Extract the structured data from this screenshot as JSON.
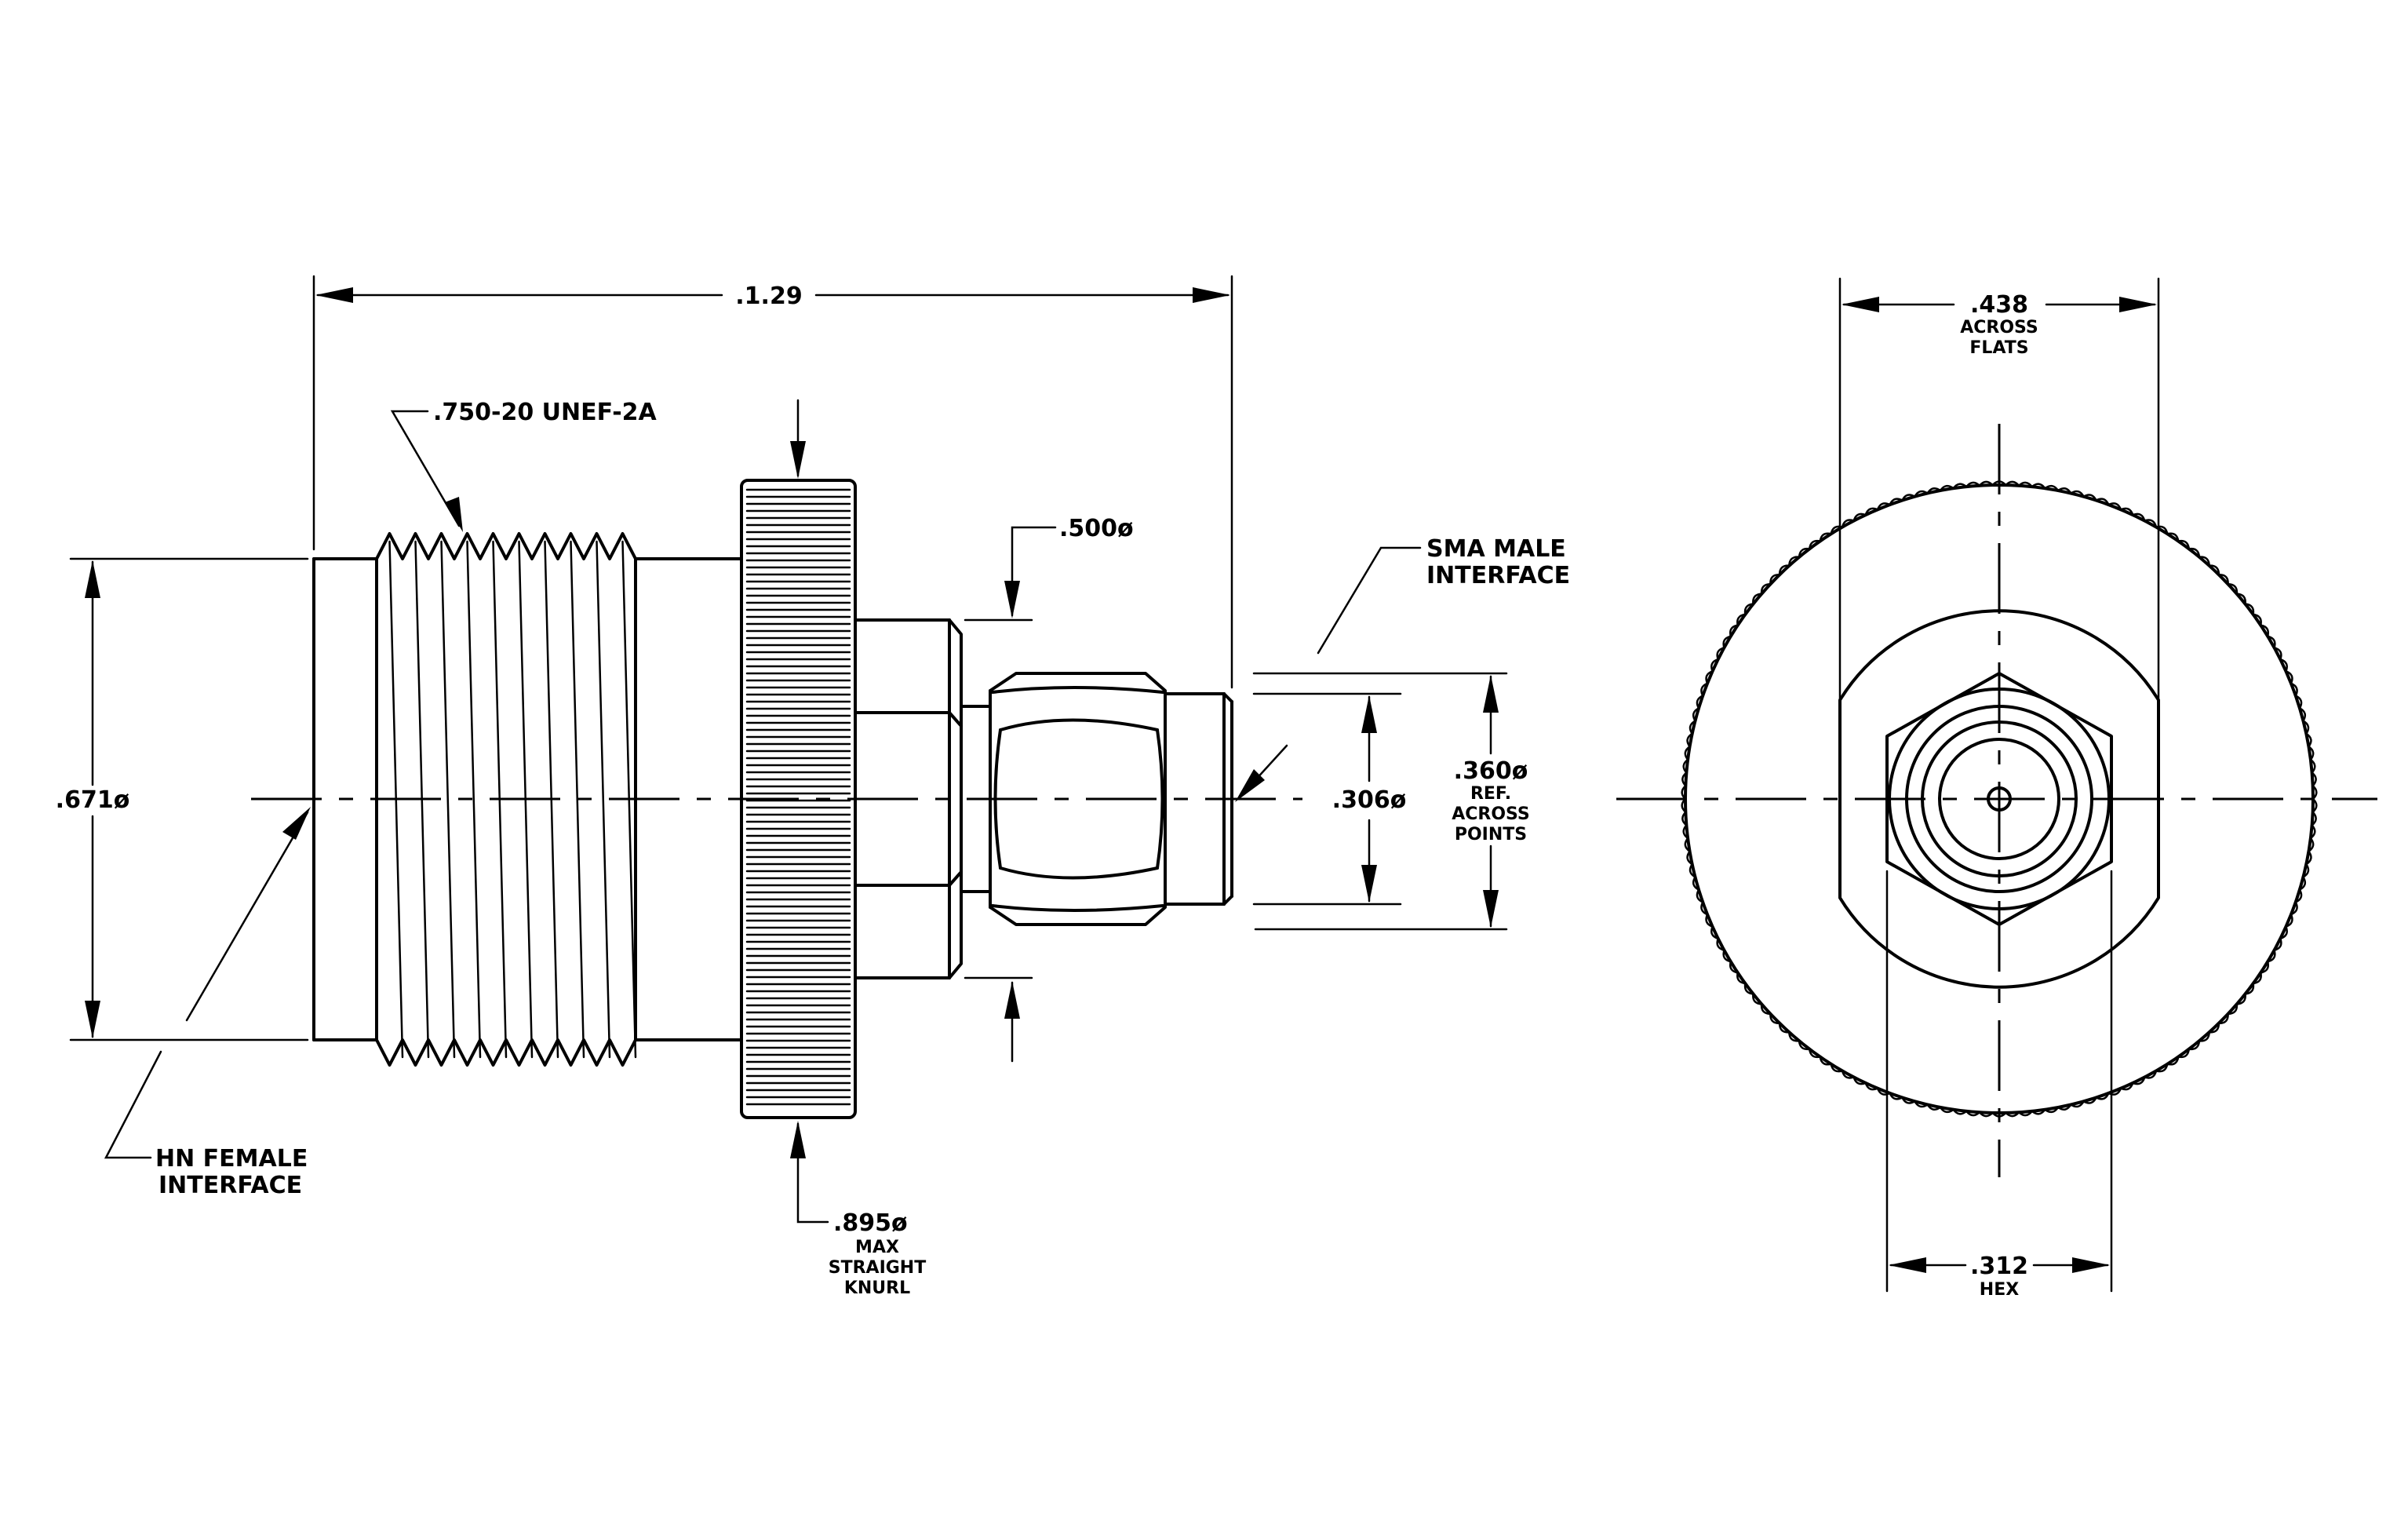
{
  "dimensions": {
    "overall_length": ".1.29",
    "thread_callout": ".750-20  UNEF-2A",
    "body_dia": ".671ø",
    "knurl_dia": ".895ø",
    "knurl_note_1": "MAX",
    "knurl_note_2": "STRAIGHT",
    "knurl_note_3": "KNURL",
    "hex_step_dia": ".500ø",
    "sma_dia": ".306ø",
    "across_points_dia": ".360ø",
    "across_points_1": "REF.",
    "across_points_2": "ACROSS",
    "across_points_3": "POINTS",
    "across_flats": ".438",
    "across_flats_1": "ACROSS",
    "across_flats_2": "FLATS",
    "hex": ".312",
    "hex_note": "HEX"
  },
  "callouts": {
    "sma_line1": "SMA  MALE",
    "sma_line2": "INTERFACE",
    "hn_line1": "HN  FEMALE",
    "hn_line2": "INTERFACE"
  },
  "icons": [
    "centerline",
    "dimension-arrow",
    "knurl-pattern",
    "hex-nut",
    "thread-pattern"
  ]
}
